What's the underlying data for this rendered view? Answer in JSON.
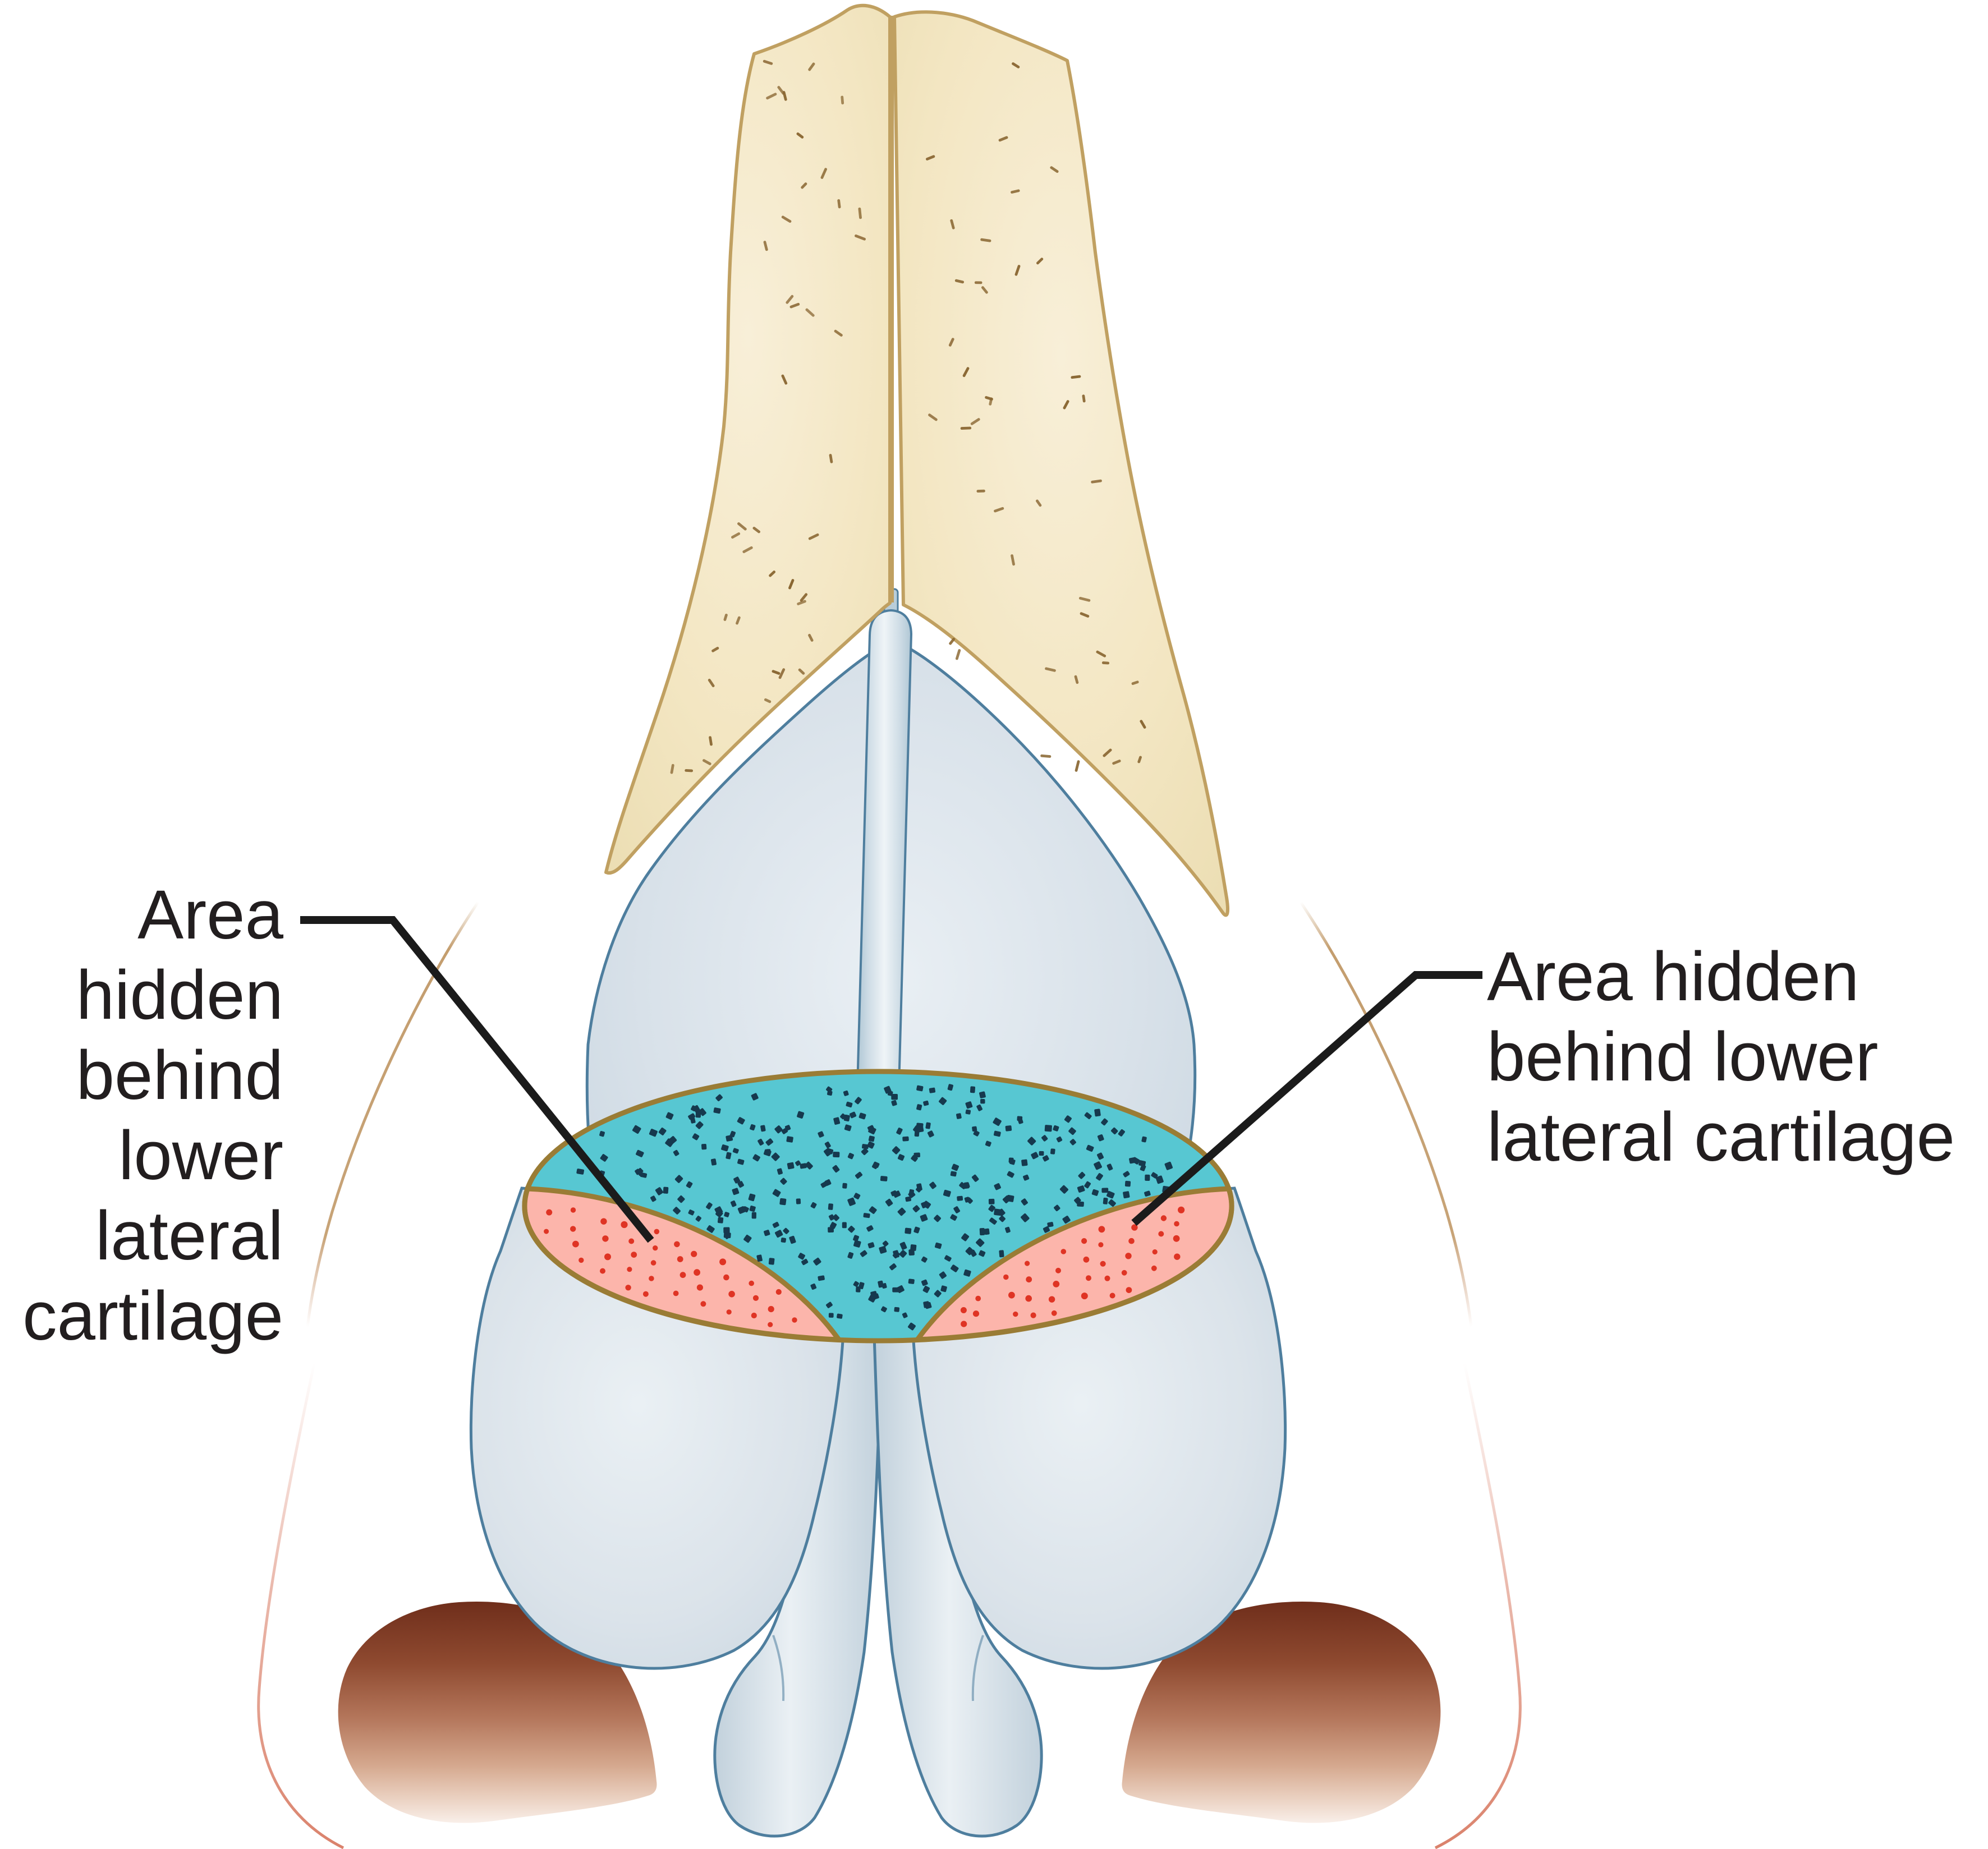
{
  "figure": {
    "kind": "anatomical-diagram",
    "subject": "nasal-skeleton-front-view-with-areas-hidden-behind-lower-lateral-cartilage",
    "background": "#ffffff"
  },
  "annotations": {
    "left_label": {
      "lines": [
        "Area",
        "hidden",
        "behind",
        "lower",
        "lateral",
        "cartilage"
      ],
      "align": "right"
    },
    "right_label": {
      "lines": [
        "Area hidden",
        "behind lower",
        "lateral cartilage"
      ],
      "align": "left"
    }
  },
  "colors": {
    "text": "#221e1f",
    "leader_line": "#1b1b1b",
    "bone_fill": "#f3e6c2",
    "bone_outline": "#c0a061",
    "bone_speckle": "#8a6733",
    "cartilage_fill": "#d6e0e8",
    "cartilage_outline": "#4e7e9e",
    "exposed_area_teal": "#57c7d2",
    "teal_stipple": "#16394e",
    "hidden_area_pink": "#fcb5ab",
    "red_stipple": "#df3424",
    "area_outline_olive": "#9a7c35",
    "nostril_dark": "#6f2e1b",
    "nostril_light": "#f9efe9",
    "silhouette_tan": "#b5854a",
    "silhouette_salmon": "#d6745b"
  },
  "stipple": {
    "teal_dot_count": 330,
    "red_column_spacing": 44,
    "bone_speckles_per_side": 42
  }
}
